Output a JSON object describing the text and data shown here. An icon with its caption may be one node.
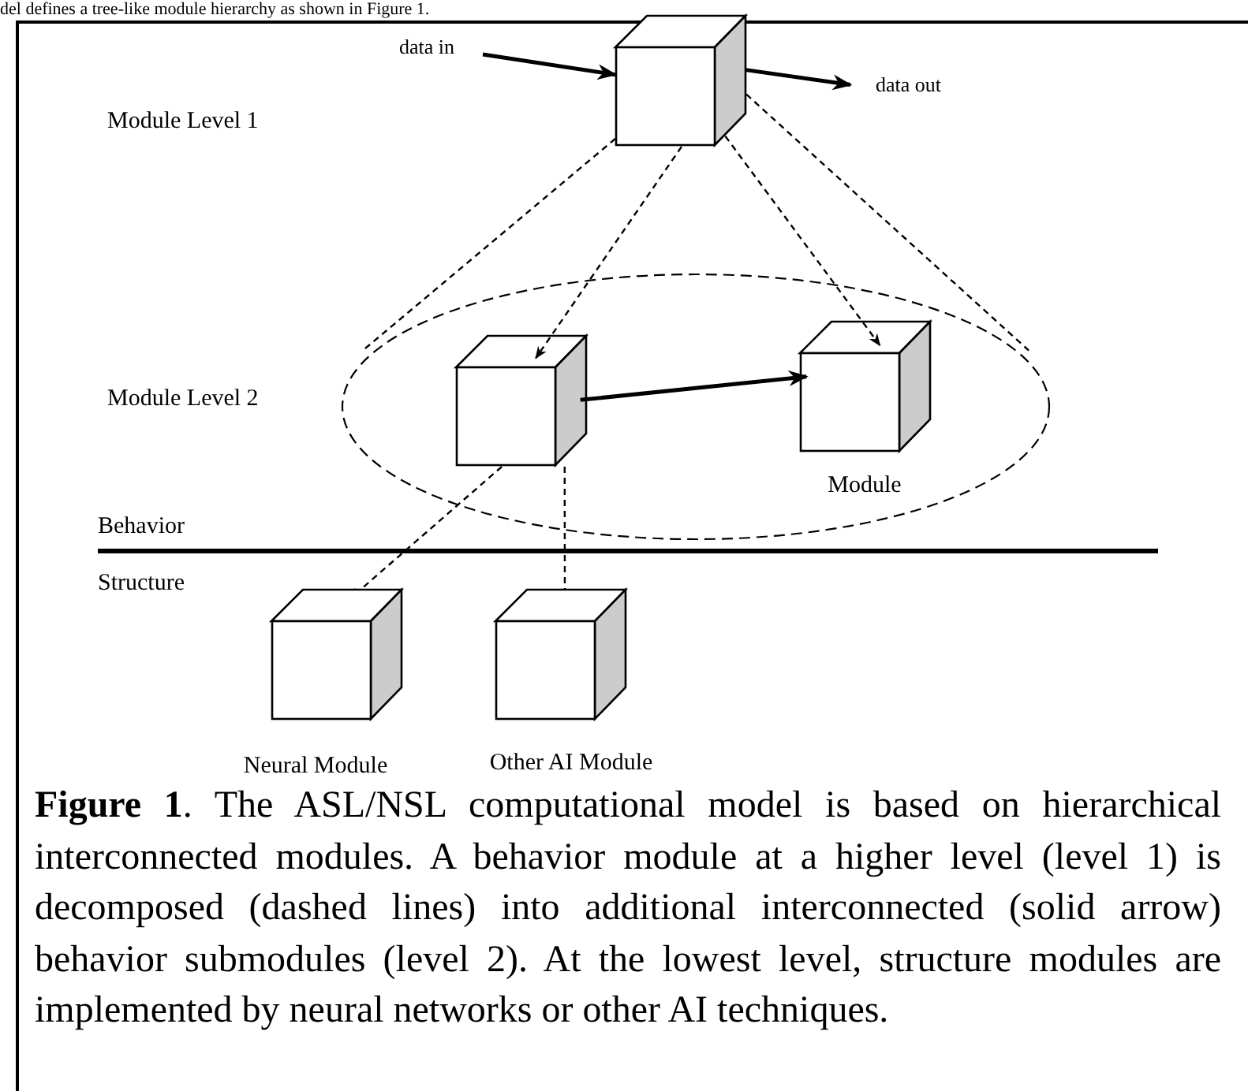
{
  "diagram": {
    "caption": "**Figure 1**. The ASL/NSL computational model is based on hierarchical interconnected modules. A behavior module at a higher level (level 1) is decomposed (dashed lines) into additional interconnected (solid arrow) behavior submodules (level 2). At the lowest level, structure modules are implemented by neural networks or other AI techniques.",
    "nodes": [
      {
        "text": [],
        "shape": "cube"
      },
      {
        "text": [
          "data in"
        ]
      },
      {
        "text": [
          "data out"
        ]
      },
      {
        "text": [],
        "shape": "ellipse"
      },
      {
        "text": [],
        "shape": "cube",
        "in": 3
      },
      {
        "text": [],
        "shape": "cube",
        "in": 3,
        "beside": [
          "Module"
        ]
      },
      {
        "text": [],
        "shape": "cube",
        "beside": [
          "Neural Module"
        ]
      },
      {
        "text": [],
        "shape": "cube",
        "beside": [
          "Other AI Module"
        ]
      }
    ],
    "edges": [
      {
        "from": 1,
        "to": 0,
        "arrow": "to"
      },
      {
        "from": 0,
        "to": 2,
        "arrow": "to"
      },
      {
        "from": 0,
        "to": 3,
        "arrow": "none",
        "style": "dashed"
      },
      {
        "from": 0,
        "to": 3,
        "arrow": "none",
        "style": "dashed"
      },
      {
        "from": 0,
        "to": 4,
        "arrow": "to",
        "style": "dashed"
      },
      {
        "from": 0,
        "to": 5,
        "arrow": "to",
        "style": "dashed"
      },
      {
        "from": 4,
        "to": 5,
        "arrow": "to"
      },
      {
        "from": 4,
        "to": 6,
        "arrow": "to",
        "style": "dashed"
      },
      {
        "from": 4,
        "to": 7,
        "arrow": "to",
        "style": "dashed"
      }
    ],
    "labels": [
      "del defines a tree-like module hierarchy as shown in Figure 1.",
      "Module Level 1",
      "Module Level 2",
      "Behavior",
      "Structure"
    ]
  }
}
